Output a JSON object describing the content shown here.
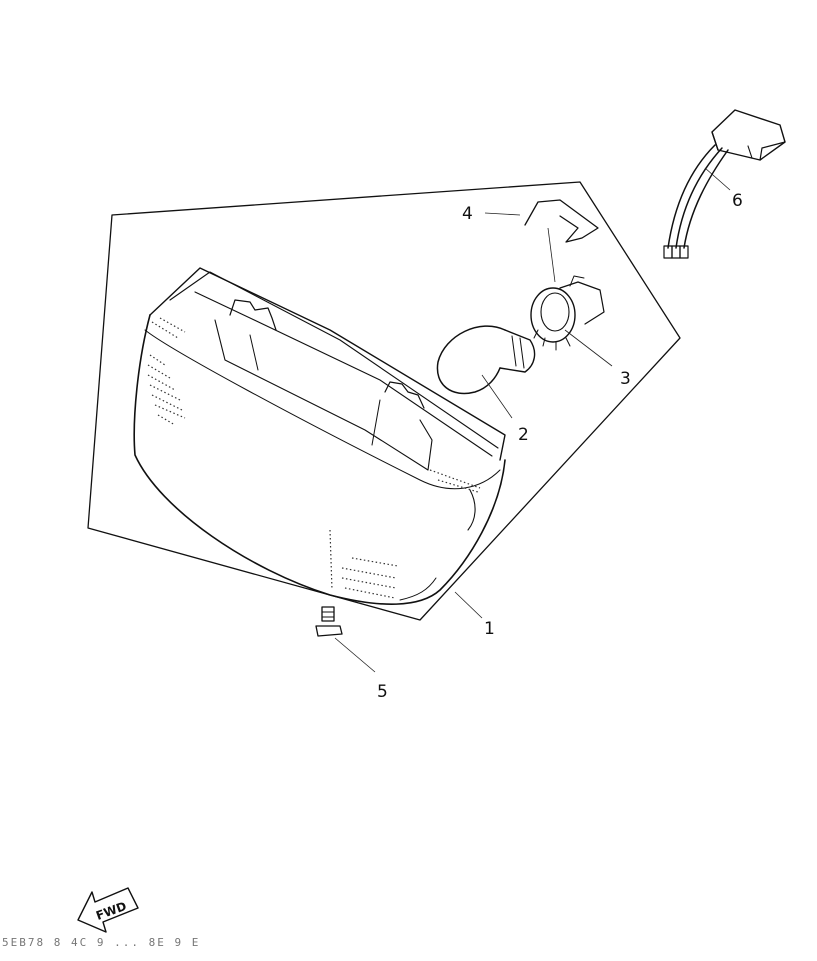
{
  "parts": [
    {
      "number": "1"
    },
    {
      "number": "2"
    },
    {
      "number": "3"
    },
    {
      "number": "4"
    },
    {
      "number": "5"
    },
    {
      "number": "6"
    }
  ],
  "direction_badge": {
    "label": "FWD"
  },
  "footer_code": "5EB78 8 4C 9 ... 8E 9 E"
}
